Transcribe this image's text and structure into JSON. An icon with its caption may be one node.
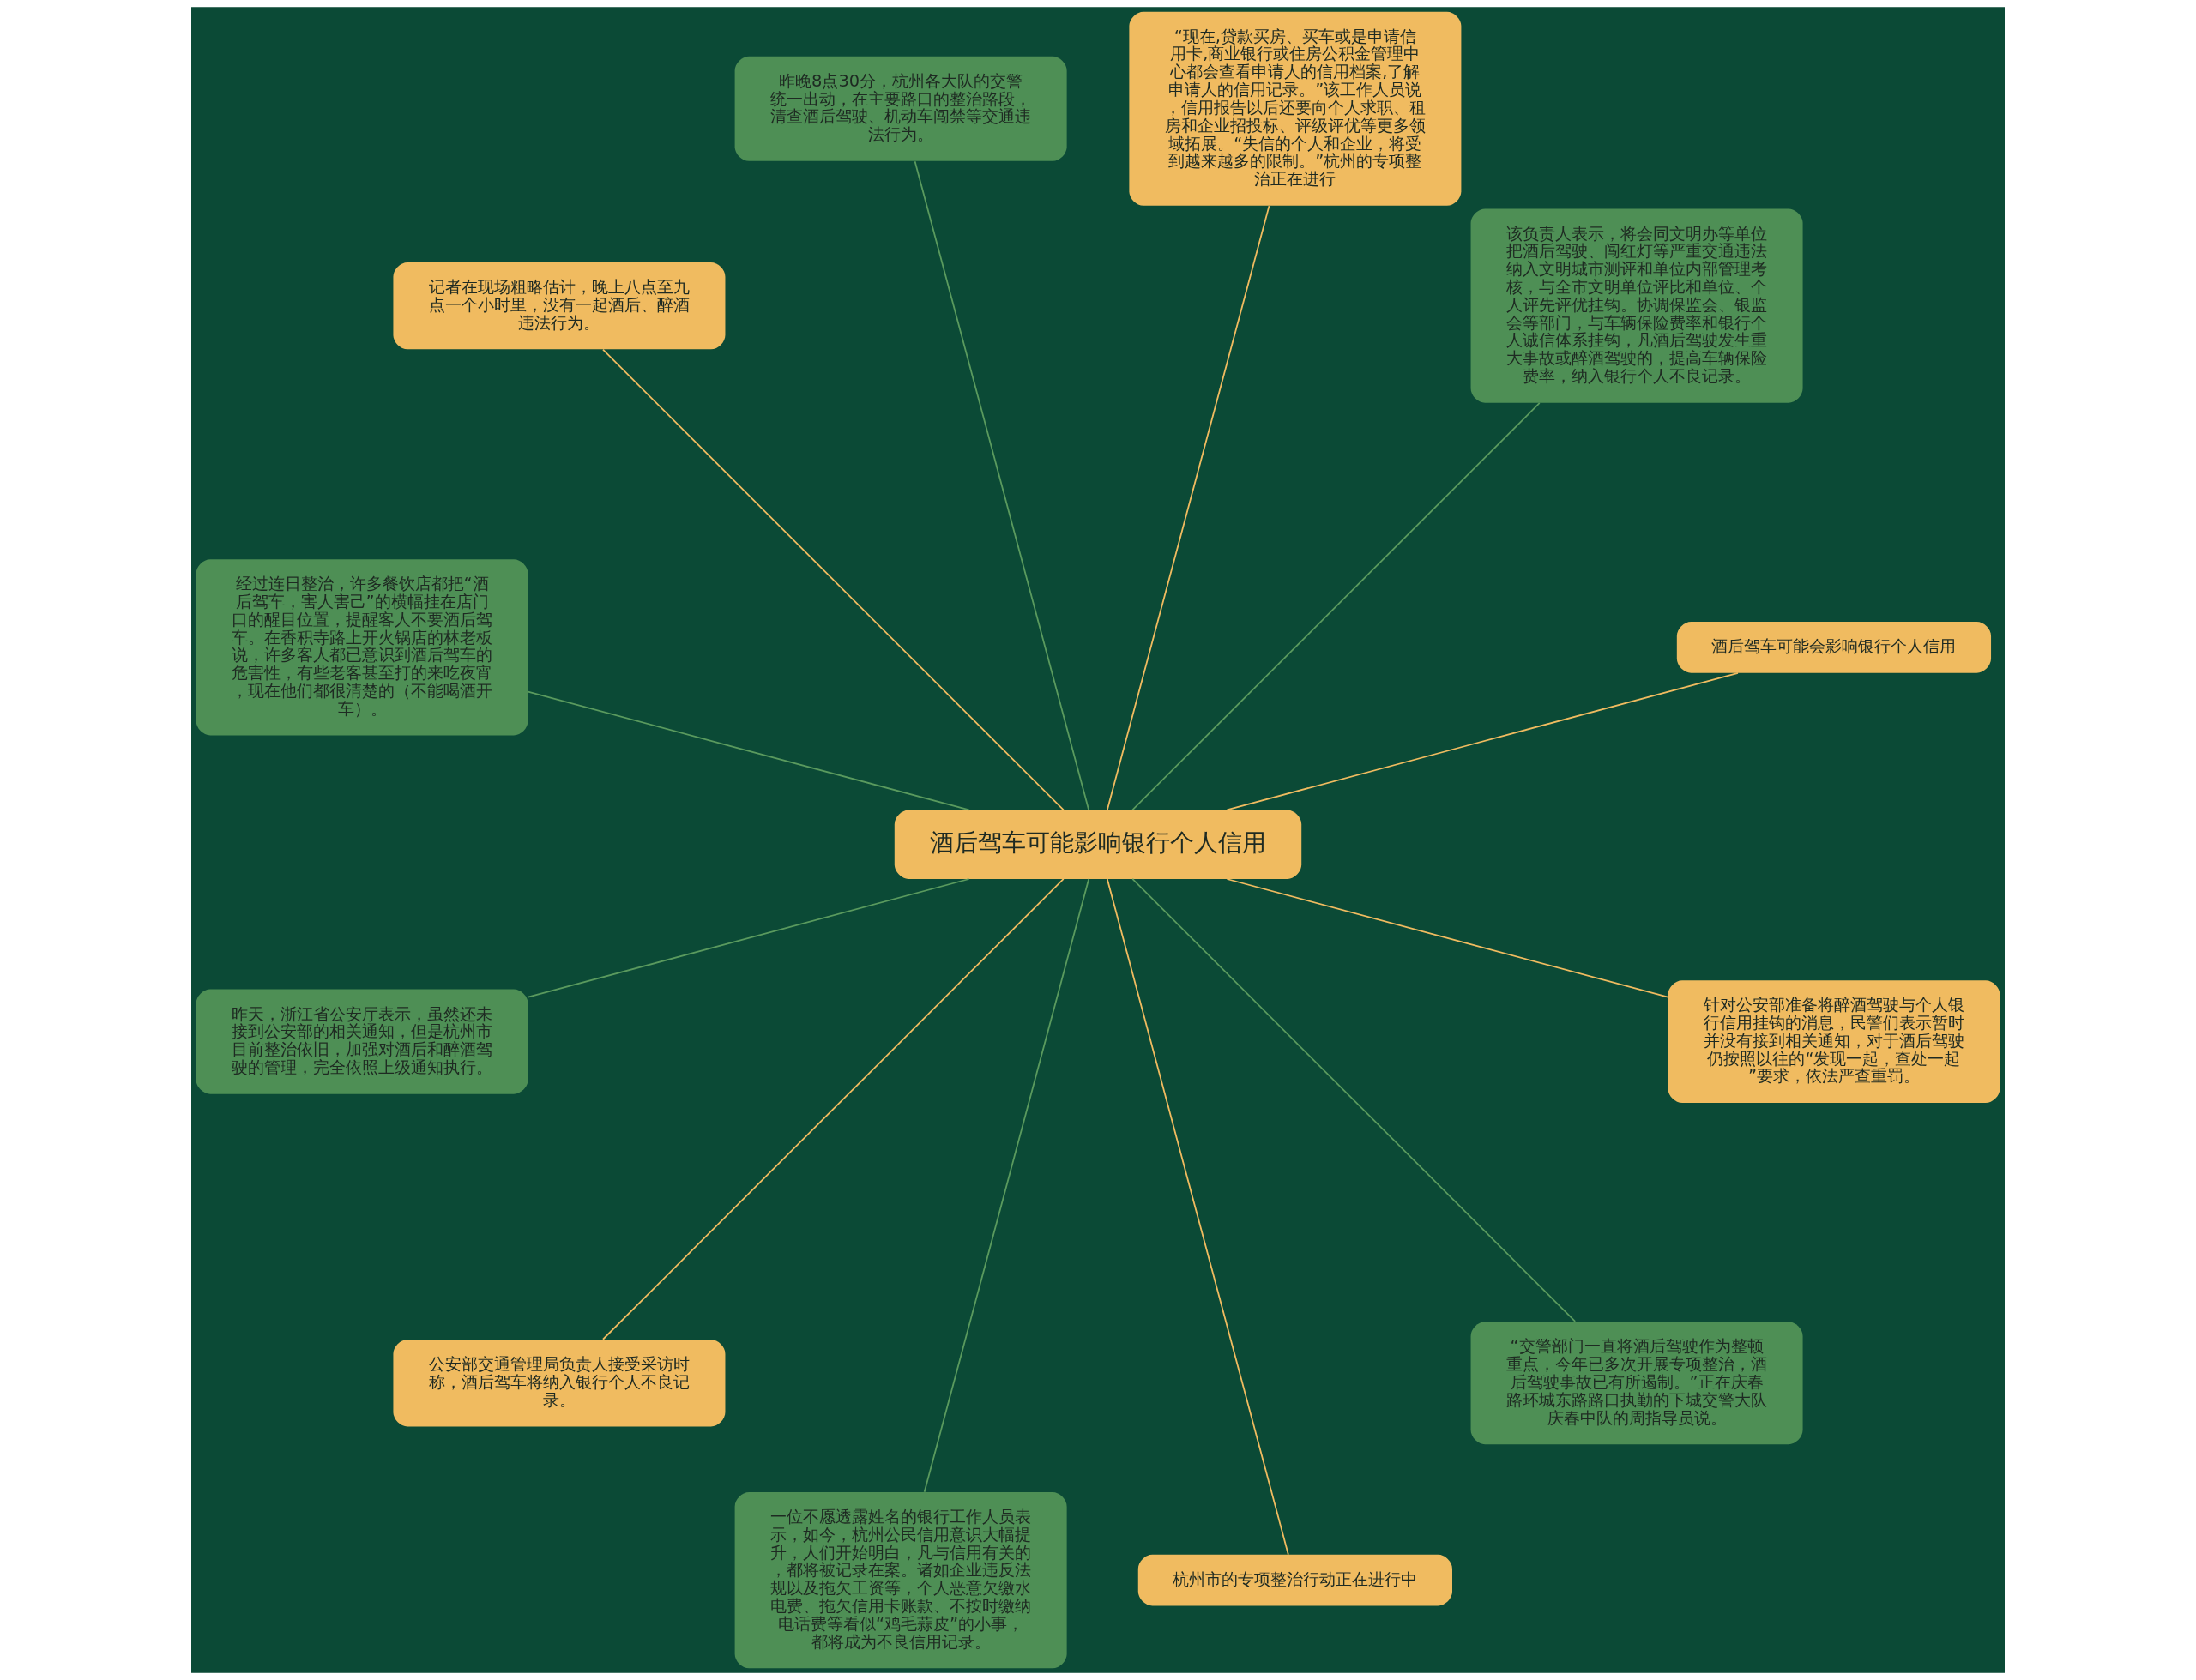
{
  "diagram": {
    "nodes": [
      {
        "text": [
          "酒后驾车可能影响银行个人信用"
        ]
      },
      {
        "text": [
          "酒后驾车可能会影响银行个人信用"
        ]
      },
      {
        "text": [
          "该负责人表示，将会同文明办等单位把酒后驾驶、闯红灯等严重交通违法纳入文明城市测评和单位内部管理考核，与全市文明单位评比和单位、个人评先评优挂钩。协调保监会、银监会等部门，与车辆保险费率和银行个人诚信体系挂钩，凡酒后驾驶发生重大事故或醉酒驾驶的，提高车辆保险费率，纳入银行个人不良记录。"
        ]
      },
      {
        "text": [
          "“现在,贷款买房、买车或是申请信用卡,商业银行或住房公积金管理中心都会查看申请人的信用档案,了解申请人的信用记录。”该工作人员说，信用报告以后还要向个人求职、租房和企业招投标、评级评优等更多领域拓展。“失信的个人和企业，将受到越来越多的限制。”杭州的专项整治正在进行"
        ]
      },
      {
        "text": [
          "昨晚8点30分，杭州各大队的交警统一出动，在主要路口的整治路段，清查酒后驾驶、机动车闯禁等交通违法行为。"
        ]
      },
      {
        "text": [
          "记者在现场粗略估计，晚上八点至九点一个小时里，没有一起酒后、醉酒违法行为。"
        ]
      },
      {
        "text": [
          "经过连日整治，许多餐饮店都把“酒后驾车，害人害己”的横幅挂在店门口的醒目位置，提醒客人不要酒后驾车。在香积寺路上开火锅店的林老板说，许多客人都已意识到酒后驾车的危害性，有些老客甚至打的来吃夜宵，现在他们都很清楚的（不能喝酒开车）。"
        ]
      },
      {
        "text": [
          "昨天，浙江省公安厅表示，虽然还未接到公安部的相关通知，但是杭州市目前整治依旧，加强对酒后和醉酒驾驶的管理，完全依照上级通知执行。"
        ]
      },
      {
        "text": [
          "公安部交通管理局负责人接受采访时称，酒后驾车将纳入银行个人不良记录。"
        ]
      },
      {
        "text": [
          "一位不愿透露姓名的银行工作人员表示，如今，杭州公民信用意识大幅提升，人们开始明白，凡与信用有关的，都将被记录在案。诸如企业违反法规以及拖欠工资等，个人恶意欠缴水电费、拖欠信用卡账款、不按时缴纳电话费等看似“鸡毛蒜皮”的小事，都将成为不良信用记录。"
        ]
      },
      {
        "text": [
          "杭州市的专项整治行动正在进行中"
        ]
      },
      {
        "text": [
          "“交警部门一直将酒后驾驶作为整顿重点，今年已多次开展专项整治，酒后驾驶事故已有所遏制。”正在庆春路环城东路路口执勤的下城交警大队庆春中队的周指导员说。"
        ]
      },
      {
        "text": [
          "针对公安部准备将醉酒驾驶与个人银行信用挂钩的消息，民警们表示暂时并没有接到相关通知，对于酒后驾驶仍按照以往的“发现一起，查处一起”要求，依法严查重罚。"
        ]
      }
    ],
    "edges": [
      {
        "from": 0,
        "to": 1,
        "arrow": "none",
        "color": "#f0bb60"
      },
      {
        "from": 0,
        "to": 2,
        "arrow": "none",
        "color": "#5a9a5e"
      },
      {
        "from": 0,
        "to": 3,
        "arrow": "none",
        "color": "#f0bb60"
      },
      {
        "from": 0,
        "to": 4,
        "arrow": "none",
        "color": "#5a9a5e"
      },
      {
        "from": 0,
        "to": 5,
        "arrow": "none",
        "color": "#f0bb60"
      },
      {
        "from": 0,
        "to": 6,
        "arrow": "none",
        "color": "#5a9a5e"
      },
      {
        "from": 0,
        "to": 7,
        "arrow": "none",
        "color": "#5a9a5e"
      },
      {
        "from": 0,
        "to": 8,
        "arrow": "none",
        "color": "#f0bb60"
      },
      {
        "from": 0,
        "to": 9,
        "arrow": "none",
        "color": "#5a9a5e"
      },
      {
        "from": 0,
        "to": 10,
        "arrow": "none",
        "color": "#f0bb60"
      },
      {
        "from": 0,
        "to": 11,
        "arrow": "none",
        "color": "#5a9a5e"
      },
      {
        "from": 0,
        "to": 12,
        "arrow": "none",
        "color": "#f0bb60"
      }
    ]
  }
}
